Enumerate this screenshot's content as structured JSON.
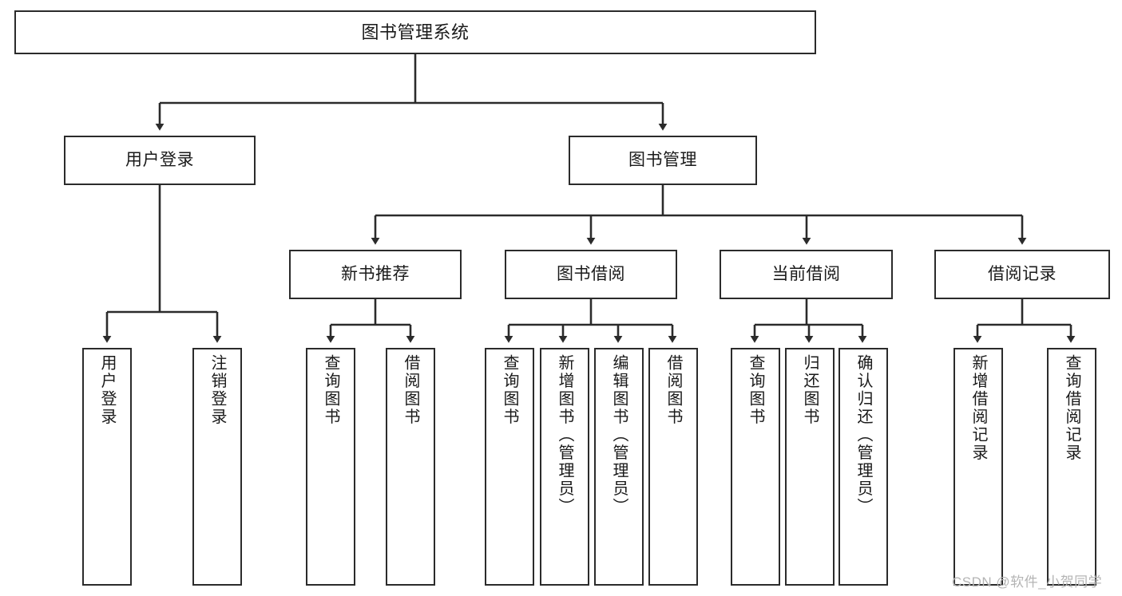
{
  "diagram": {
    "title": "图书管理系统",
    "type": "tree",
    "watermark": "CSDN @软件_小贺同学",
    "colors": {
      "stroke": "#2b2b2b",
      "fill": "#ffffff",
      "watermark": "#b4b4b4"
    },
    "nodes": {
      "root": {
        "label": "图书管理系统"
      },
      "level2": [
        {
          "id": "user-login",
          "label": "用户登录"
        },
        {
          "id": "book-manage",
          "label": "图书管理"
        }
      ],
      "level3": [
        {
          "id": "new-book-recommend",
          "label": "新书推荐",
          "parent": "book-manage"
        },
        {
          "id": "book-borrow",
          "label": "图书借阅",
          "parent": "book-manage"
        },
        {
          "id": "current-borrow",
          "label": "当前借阅",
          "parent": "book-manage"
        },
        {
          "id": "borrow-record",
          "label": "借阅记录",
          "parent": "book-manage"
        }
      ],
      "leaves": [
        {
          "id": "leaf-user-login",
          "label": "用户登录",
          "parent": "user-login"
        },
        {
          "id": "leaf-user-logout",
          "label": "注销登录",
          "parent": "user-login"
        },
        {
          "id": "leaf-query-book-1",
          "label": "查询图书",
          "parent": "new-book-recommend"
        },
        {
          "id": "leaf-borrow-book-1",
          "label": "借阅图书",
          "parent": "new-book-recommend"
        },
        {
          "id": "leaf-query-book-2",
          "label": "查询图书",
          "parent": "book-borrow"
        },
        {
          "id": "leaf-add-book",
          "label": "新增图书（管理员）",
          "parent": "book-borrow"
        },
        {
          "id": "leaf-edit-book",
          "label": "编辑图书（管理员）",
          "parent": "book-borrow"
        },
        {
          "id": "leaf-borrow-book-2",
          "label": "借阅图书",
          "parent": "book-borrow"
        },
        {
          "id": "leaf-query-book-3",
          "label": "查询图书",
          "parent": "current-borrow"
        },
        {
          "id": "leaf-return-book",
          "label": "归还图书",
          "parent": "current-borrow"
        },
        {
          "id": "leaf-confirm-return",
          "label": "确认归还（管理员）",
          "parent": "current-borrow"
        },
        {
          "id": "leaf-add-record",
          "label": "新增借阅记录",
          "parent": "borrow-record"
        },
        {
          "id": "leaf-query-record",
          "label": "查询借阅记录",
          "parent": "borrow-record"
        }
      ]
    }
  }
}
